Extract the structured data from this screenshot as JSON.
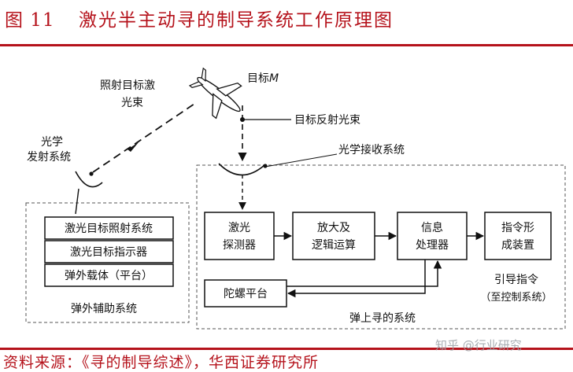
{
  "header": {
    "figure_number": "图 11",
    "title": "激光半主动寻的制导系统工作原理图"
  },
  "footer": {
    "source": "资料来源：《寻的制导综述》，华西证券研究所",
    "watermark": "知乎 @行业研究"
  },
  "diagram": {
    "target_label": "目标",
    "target_letter": "M",
    "illumination_beam": [
      "照射目标激",
      "光束"
    ],
    "reflected_beam": "目标反射光束",
    "optical_emitter": [
      "光学",
      "发射系统"
    ],
    "optical_receiver": "光学接收系统",
    "external_system": {
      "blocks": [
        "激光目标照射系统",
        "激光目标指示器",
        "弹外载体（平台）"
      ],
      "caption": "弹外辅助系统"
    },
    "onboard_system": {
      "detector": [
        "激光",
        "探测器"
      ],
      "amplifier": [
        "放大及",
        "逻辑运算"
      ],
      "processor": [
        "信息",
        "处理器"
      ],
      "command_gen": [
        "指令形",
        "成装置"
      ],
      "gyro": "陀螺平台",
      "guidance_cmd": [
        "引导指令",
        "（至控制系统）"
      ],
      "caption": "弹上寻的系统"
    }
  }
}
